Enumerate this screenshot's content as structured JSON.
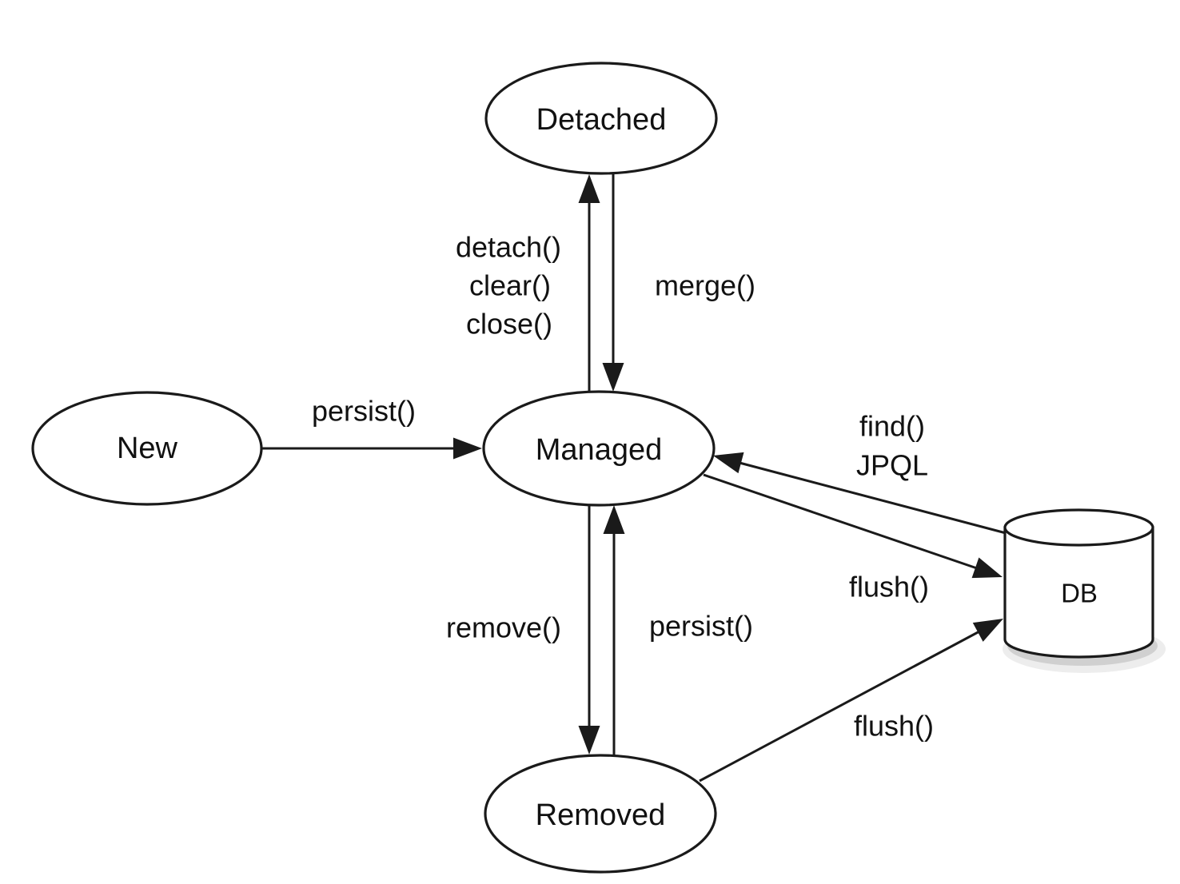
{
  "diagram": {
    "nodes": {
      "new": "New",
      "detached": "Detached",
      "managed": "Managed",
      "removed": "Removed",
      "db": "DB"
    },
    "edge_labels": {
      "persist_new_to_managed": "persist()",
      "detach_line1": "detach()",
      "detach_line2": "clear()",
      "detach_line3": "close()",
      "merge": "merge()",
      "find_line1": "find()",
      "find_line2": "JPQL",
      "flush_managed_to_db": "flush()",
      "remove": "remove()",
      "persist_removed_to_managed": "persist()",
      "flush_removed_to_db": "flush()"
    },
    "colors": {
      "stroke": "#1a1a1a",
      "node_fill": "#ffffff",
      "background": "#ffffff",
      "text": "#111111"
    }
  }
}
